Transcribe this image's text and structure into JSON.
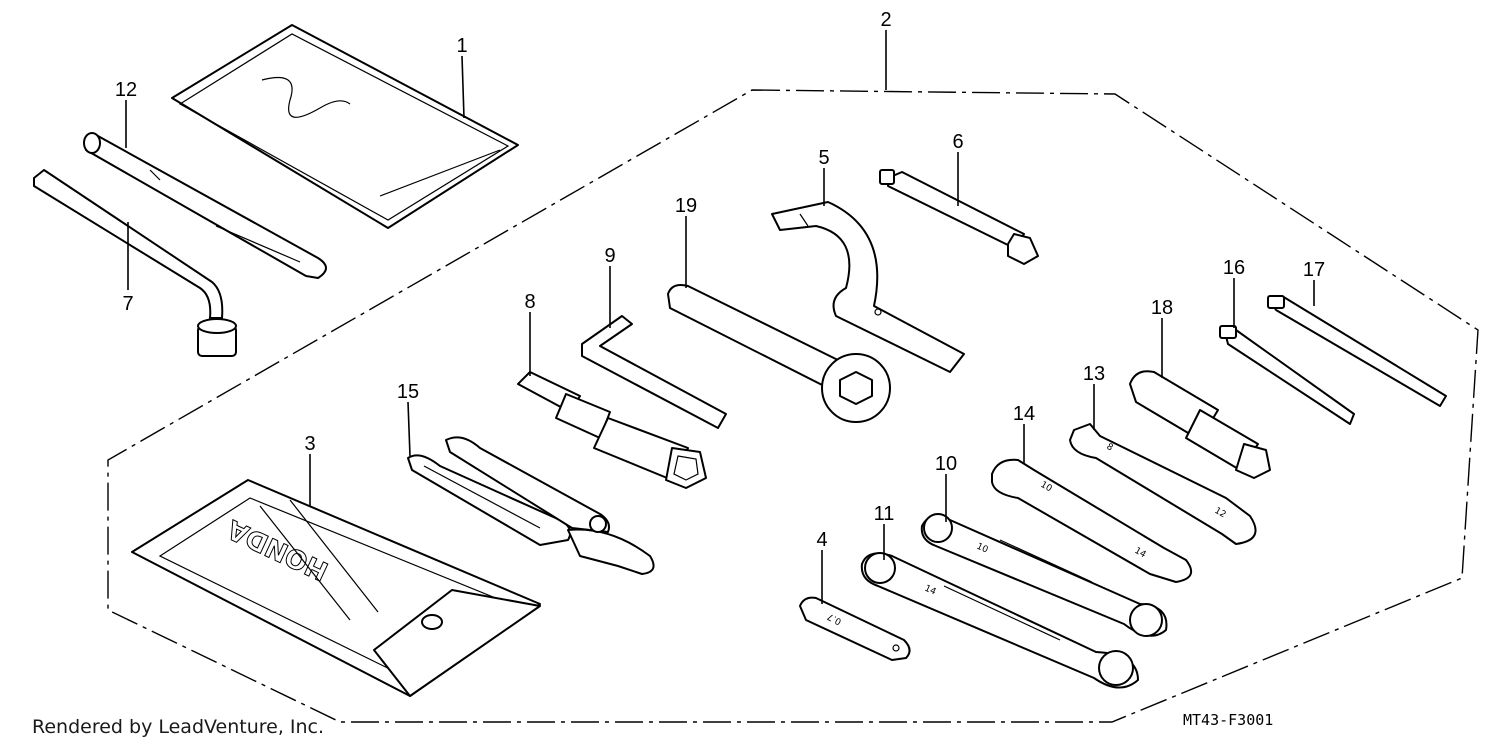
{
  "callouts": [
    {
      "label": "1"
    },
    {
      "label": "2"
    },
    {
      "label": "3"
    },
    {
      "label": "4"
    },
    {
      "label": "5"
    },
    {
      "label": "6"
    },
    {
      "label": "7"
    },
    {
      "label": "8"
    },
    {
      "label": "9"
    },
    {
      "label": "10"
    },
    {
      "label": "11"
    },
    {
      "label": "12"
    },
    {
      "label": "13"
    },
    {
      "label": "14"
    },
    {
      "label": "15"
    },
    {
      "label": "16"
    },
    {
      "label": "17"
    },
    {
      "label": "18"
    },
    {
      "label": "19"
    }
  ],
  "pouch_brand": "HONDA",
  "wrench_markings": {
    "spark_gauge": "0.7",
    "ring_10_12": "10",
    "ring_12_14": "14",
    "open_10_14_a": "10",
    "open_10_14_b": "14",
    "open_8_12_a": "8",
    "open_8_12_b": "12"
  },
  "footer": {
    "credit": "Rendered by LeadVenture, Inc.",
    "drawing_code": "MT43-F3001"
  }
}
